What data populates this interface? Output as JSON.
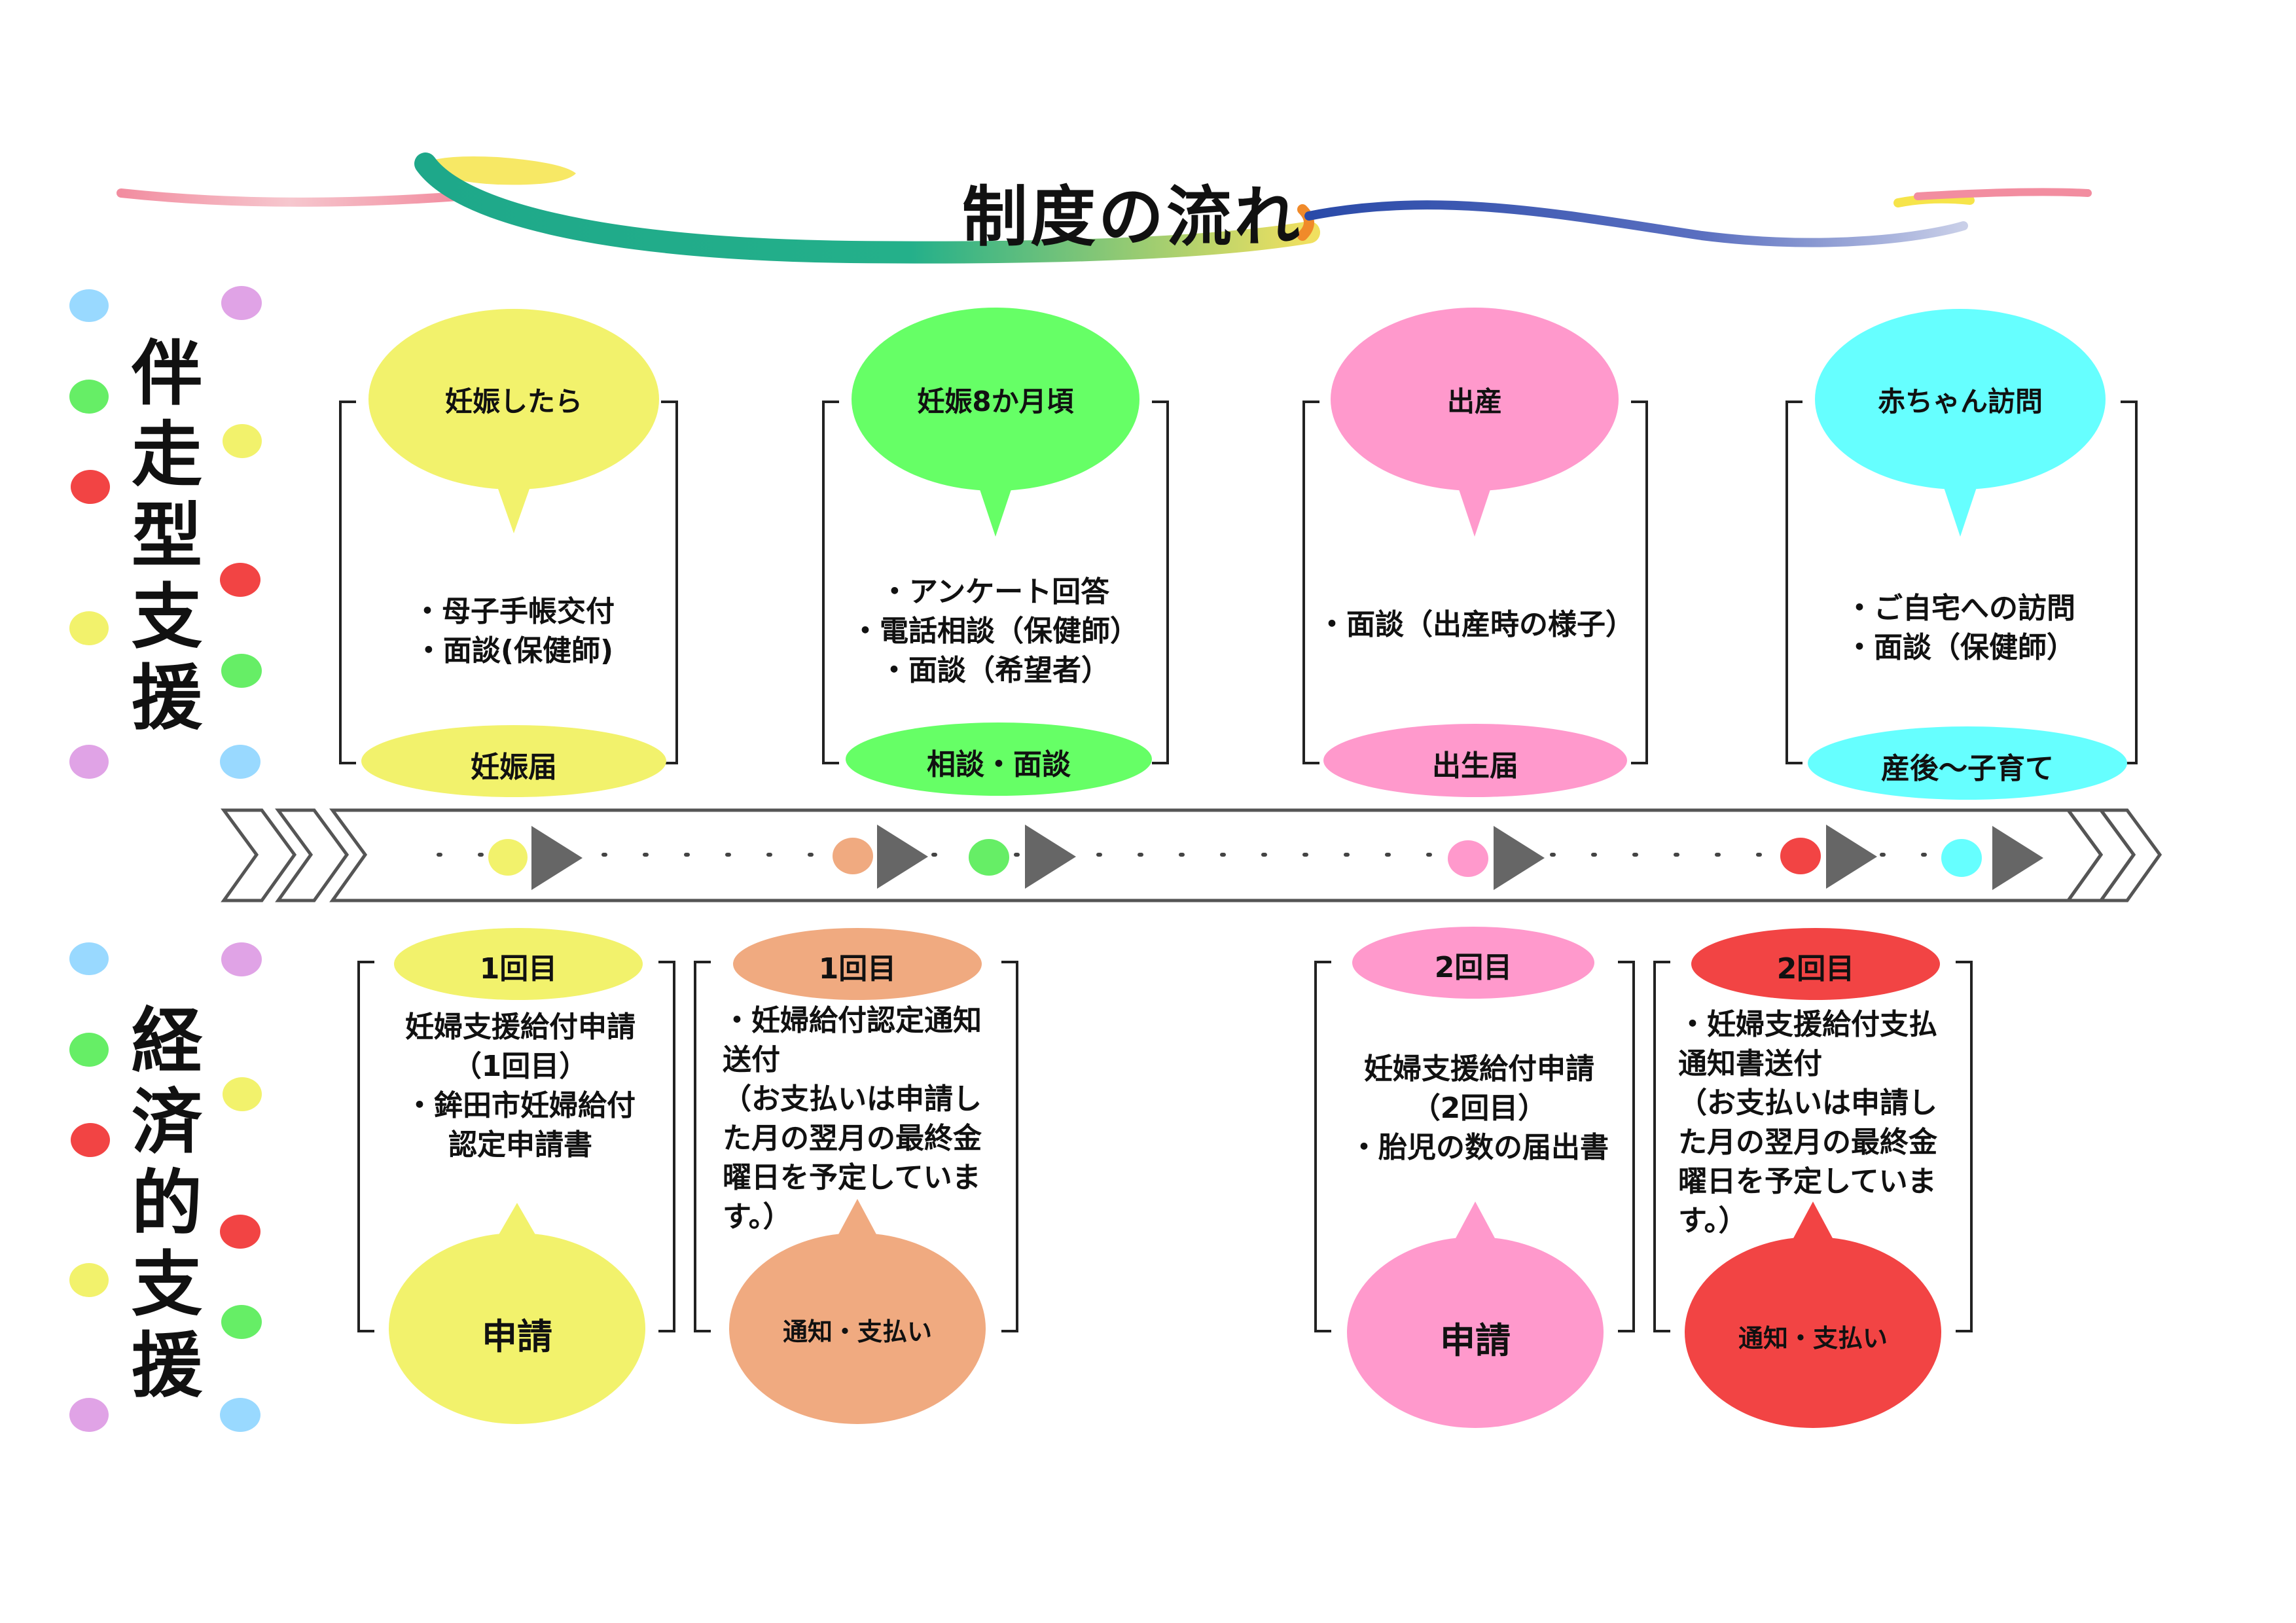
{
  "title": "制度の流れ",
  "sections": {
    "support": "伴走型支援",
    "economic": "経済的支援"
  },
  "colors": {
    "yellow": "#f2f26c",
    "green": "#66ff66",
    "pink": "#ff99cc",
    "cyan": "#66ffff",
    "salmon": "#f0aa80",
    "red": "#f24444",
    "light_blue": "#99d9ff",
    "lavender": "#e0a3e6"
  },
  "support_stages": [
    {
      "bubble": "妊娠したら",
      "items": [
        "・母子手帳交付",
        "・面談(保健師)"
      ],
      "pill": "妊娠届"
    },
    {
      "bubble": "妊娠8か月頃",
      "items": [
        "・アンケート回答",
        "・電話相談（保健師）",
        "・面談（希望者）"
      ],
      "pill": "相談・面談"
    },
    {
      "bubble": "出産",
      "items": [
        "・面談（出産時の様子）"
      ],
      "pill": "出生届"
    },
    {
      "bubble": "赤ちゃん訪問",
      "items": [
        "・ご自宅への訪問",
        "・面談（保健師）"
      ],
      "pill": "産後～子育て"
    }
  ],
  "economic_stages": [
    {
      "pill": "1回目",
      "items": [
        "妊婦支援給付申請",
        "（1回目）",
        "・鉾田市妊婦給付",
        "認定申請書"
      ],
      "bubble": "申請"
    },
    {
      "pill": "1回目",
      "items": [
        "・妊婦給付認定通知",
        "送付",
        "（お支払いは申請し",
        "た月の翌月の最終金",
        "曜日を予定していま",
        "す。）"
      ],
      "bubble": "通知・支払い"
    },
    {
      "pill": "2回目",
      "items": [
        "妊婦支援給付申請",
        "（2回目）",
        "・胎児の数の届出書"
      ],
      "bubble": "申請"
    },
    {
      "pill": "2回目",
      "items": [
        "・妊婦支援給付支払",
        "通知書送付",
        "（お支払いは申請し",
        "た月の翌月の最終金",
        "曜日を予定していま",
        "す。）"
      ],
      "bubble": "通知・支払い"
    }
  ]
}
